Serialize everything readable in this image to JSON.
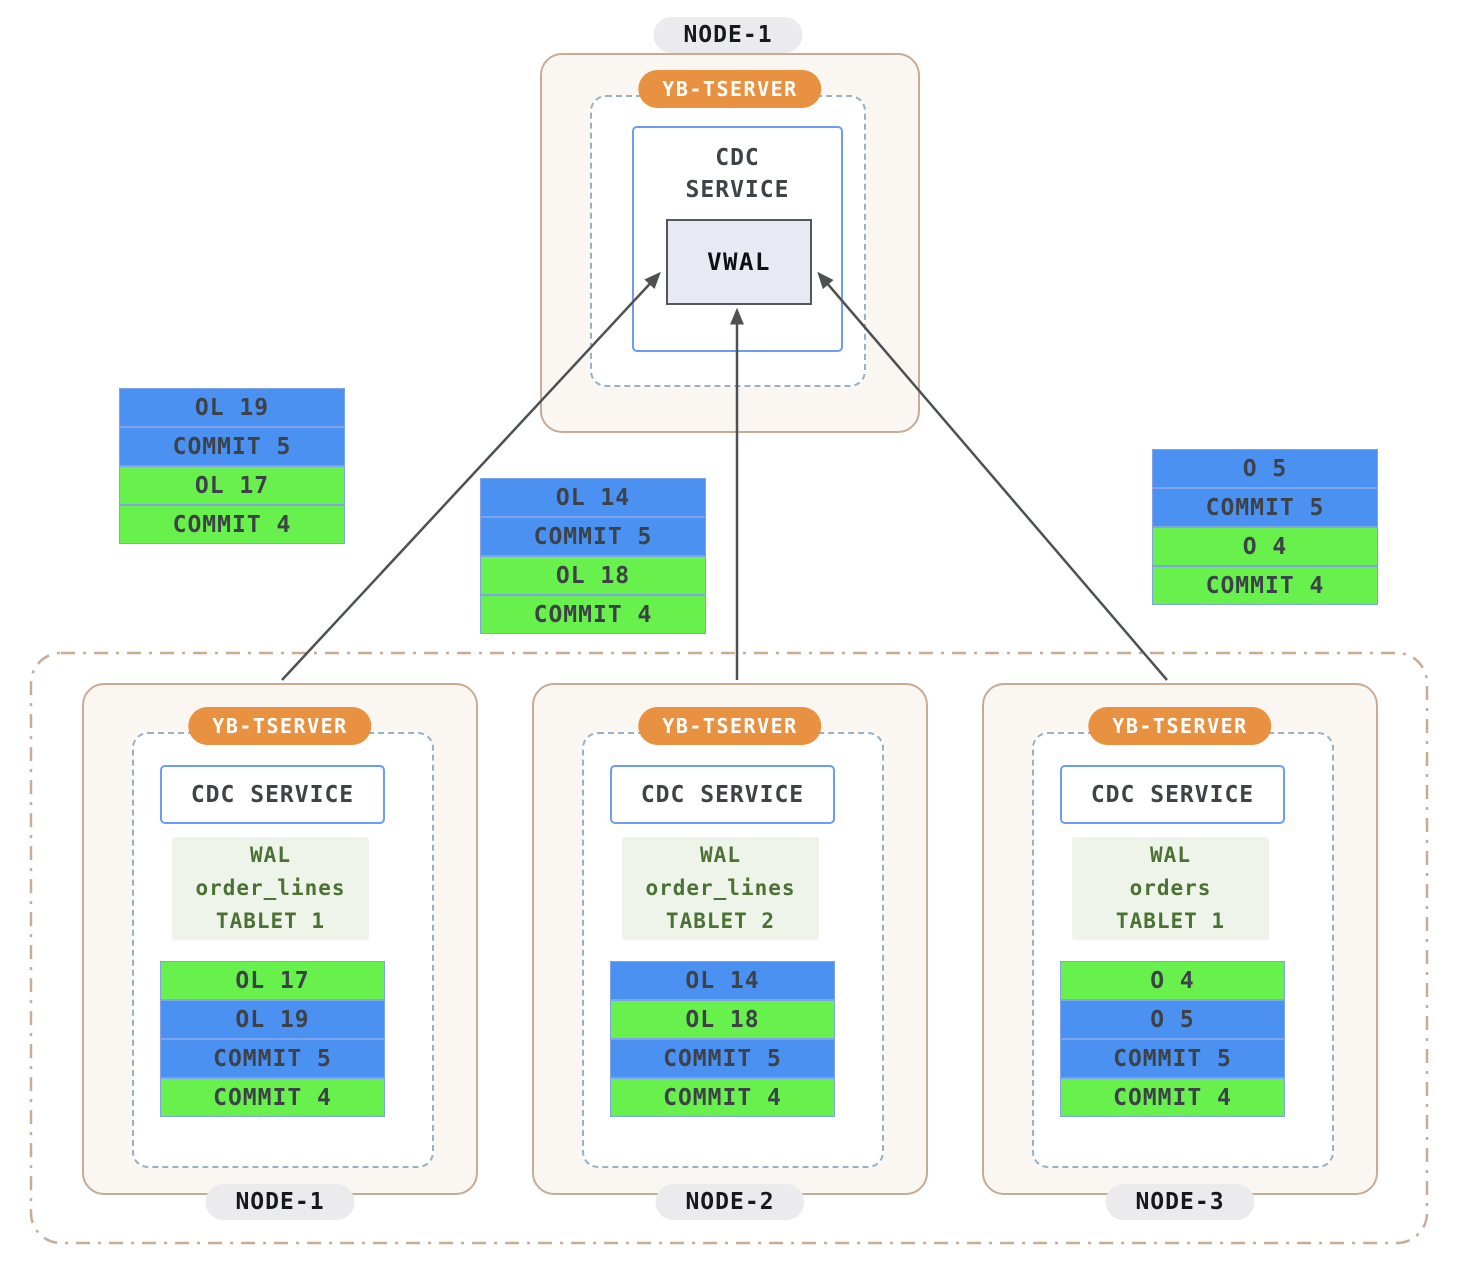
{
  "diagram": {
    "top_node": {
      "node_label": "NODE-1",
      "tserver_label": "YB-TSERVER",
      "cdc_line1": "CDC",
      "cdc_line2": "SERVICE",
      "vwal_label": "VWAL"
    },
    "floating_stacks": [
      {
        "position": "left",
        "bars": [
          {
            "label": "OL 19",
            "color": "blue"
          },
          {
            "label": "COMMIT 5",
            "color": "blue"
          },
          {
            "label": "OL 17",
            "color": "green"
          },
          {
            "label": "COMMIT 4",
            "color": "green"
          }
        ]
      },
      {
        "position": "middle",
        "bars": [
          {
            "label": "OL 14",
            "color": "blue"
          },
          {
            "label": "COMMIT 5",
            "color": "blue"
          },
          {
            "label": "OL 18",
            "color": "green"
          },
          {
            "label": "COMMIT 4",
            "color": "green"
          }
        ]
      },
      {
        "position": "right",
        "bars": [
          {
            "label": "O 5",
            "color": "blue"
          },
          {
            "label": "COMMIT 5",
            "color": "blue"
          },
          {
            "label": "O 4",
            "color": "green"
          },
          {
            "label": "COMMIT 4",
            "color": "green"
          }
        ]
      }
    ],
    "cluster": {
      "nodes": [
        {
          "node_label": "NODE-1",
          "tserver_label": "YB-TSERVER",
          "cdc_label": "CDC SERVICE",
          "wal_line1": "WAL",
          "wal_line2": "order_lines",
          "wal_line3": "TABLET 1",
          "bars": [
            {
              "label": "OL 17",
              "color": "green"
            },
            {
              "label": "OL 19",
              "color": "blue"
            },
            {
              "label": "COMMIT 5",
              "color": "blue"
            },
            {
              "label": "COMMIT 4",
              "color": "green"
            }
          ]
        },
        {
          "node_label": "NODE-2",
          "tserver_label": "YB-TSERVER",
          "cdc_label": "CDC SERVICE",
          "wal_line1": "WAL",
          "wal_line2": "order_lines",
          "wal_line3": "TABLET 2",
          "bars": [
            {
              "label": "OL 14",
              "color": "blue"
            },
            {
              "label": "OL 18",
              "color": "green"
            },
            {
              "label": "COMMIT 5",
              "color": "blue"
            },
            {
              "label": "COMMIT 4",
              "color": "green"
            }
          ]
        },
        {
          "node_label": "NODE-3",
          "tserver_label": "YB-TSERVER",
          "cdc_label": "CDC SERVICE",
          "wal_line1": "WAL",
          "wal_line2": "orders",
          "wal_line3": "TABLET 1",
          "bars": [
            {
              "label": "O 4",
              "color": "green"
            },
            {
              "label": "O 5",
              "color": "blue"
            },
            {
              "label": "COMMIT 5",
              "color": "blue"
            },
            {
              "label": "COMMIT 4",
              "color": "green"
            }
          ]
        }
      ]
    },
    "colors": {
      "blue_bar": "#4B91F1",
      "green_bar": "#68F04D",
      "bar_border": "#7FA3E8",
      "orange_badge": "#E89140",
      "node_border": "#C8AB95",
      "node_bg": "#FAF7F3",
      "dashed_boundary": "#97B1C6",
      "cluster_boundary": "#C9AC94",
      "cdc_border": "#6C9CF6",
      "vwal_bg": "#E9E9F4",
      "vwal_border": "#54575B",
      "wal_bg": "#EEF4E9",
      "wal_text": "#4A7233",
      "arrow": "#4E5154",
      "pill_bg": "#EBEBED"
    }
  }
}
